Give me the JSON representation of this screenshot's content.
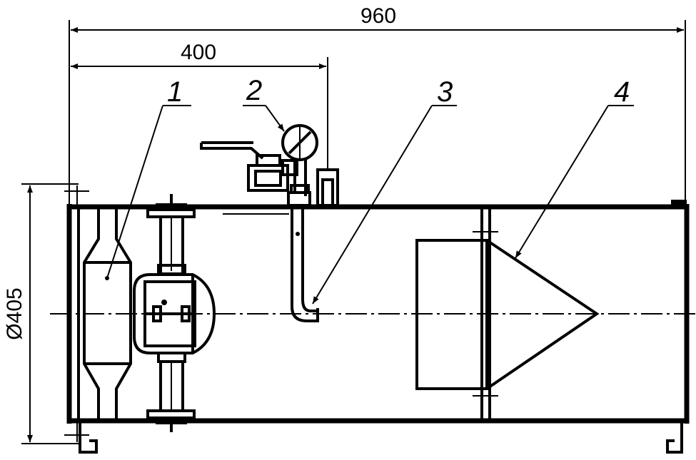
{
  "dimensions": {
    "overall_length": "960",
    "gauge_position": "400",
    "diameter": "Ø405"
  },
  "callouts": [
    "1",
    "2",
    "3",
    "4"
  ]
}
